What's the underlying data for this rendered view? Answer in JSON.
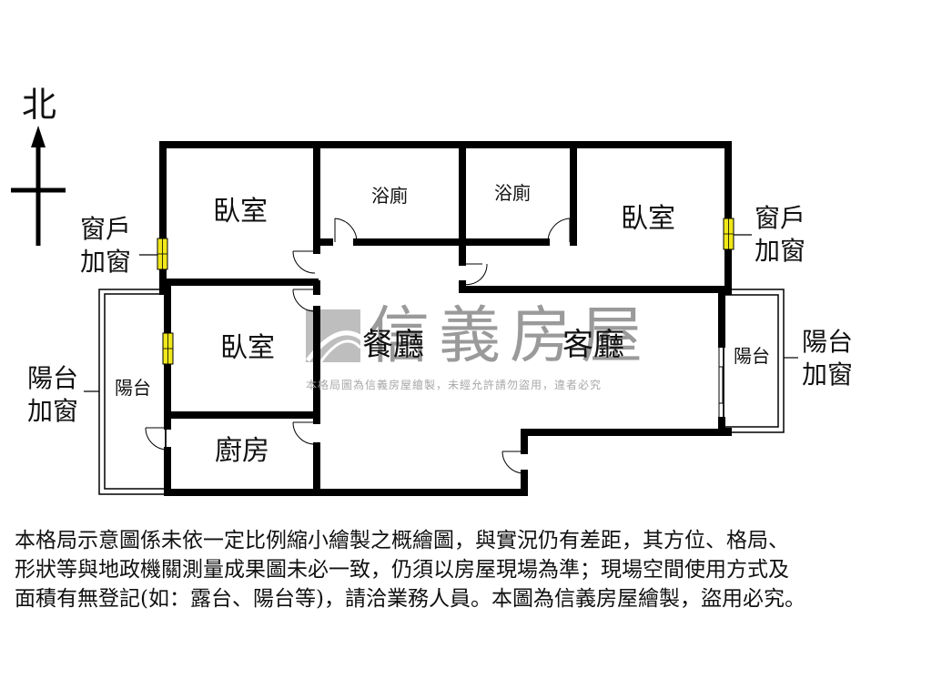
{
  "compass": {
    "label": "北",
    "direction": "north"
  },
  "rooms": [
    {
      "id": "bedroom-nw",
      "label": "臥室"
    },
    {
      "id": "bathroom-1",
      "label": "浴廁"
    },
    {
      "id": "bathroom-2",
      "label": "浴廁"
    },
    {
      "id": "bedroom-ne",
      "label": "臥室"
    },
    {
      "id": "bedroom-w",
      "label": "臥室"
    },
    {
      "id": "dining",
      "label": "餐廳"
    },
    {
      "id": "living",
      "label": "客廳"
    },
    {
      "id": "kitchen",
      "label": "廚房"
    },
    {
      "id": "balcony-w",
      "label": "陽台"
    },
    {
      "id": "balcony-e",
      "label": "陽台"
    }
  ],
  "annotations": [
    {
      "id": "window-left",
      "line1": "窗戶",
      "line2": "加窗"
    },
    {
      "id": "window-right",
      "line1": "窗戶",
      "line2": "加窗"
    },
    {
      "id": "balcony-left",
      "line1": "陽台",
      "line2": "加窗"
    },
    {
      "id": "balcony-right",
      "line1": "陽台",
      "line2": "加窗"
    }
  ],
  "watermark": {
    "brand": "信義房屋",
    "notice": "本格局圖為信義房屋繪製，未經允許請勿盜用，違者必究"
  },
  "disclaimer": {
    "lines": [
      "本格局示意圖係未依一定比例縮小繪製之概繪圖，與實況仍有差距，其方位、格局、",
      "形狀等與地政機關測量成果圖未必一致，仍須以房屋現場為準；現場空間使用方式及",
      "面積有無登記(如：露台、陽台等)，請洽業務人員。本圖為信義房屋繪製，盜用必究。"
    ]
  },
  "colors": {
    "wall": "#000000",
    "window": "#f0e81a",
    "watermark": "#9a9a9a",
    "background": "#ffffff"
  }
}
